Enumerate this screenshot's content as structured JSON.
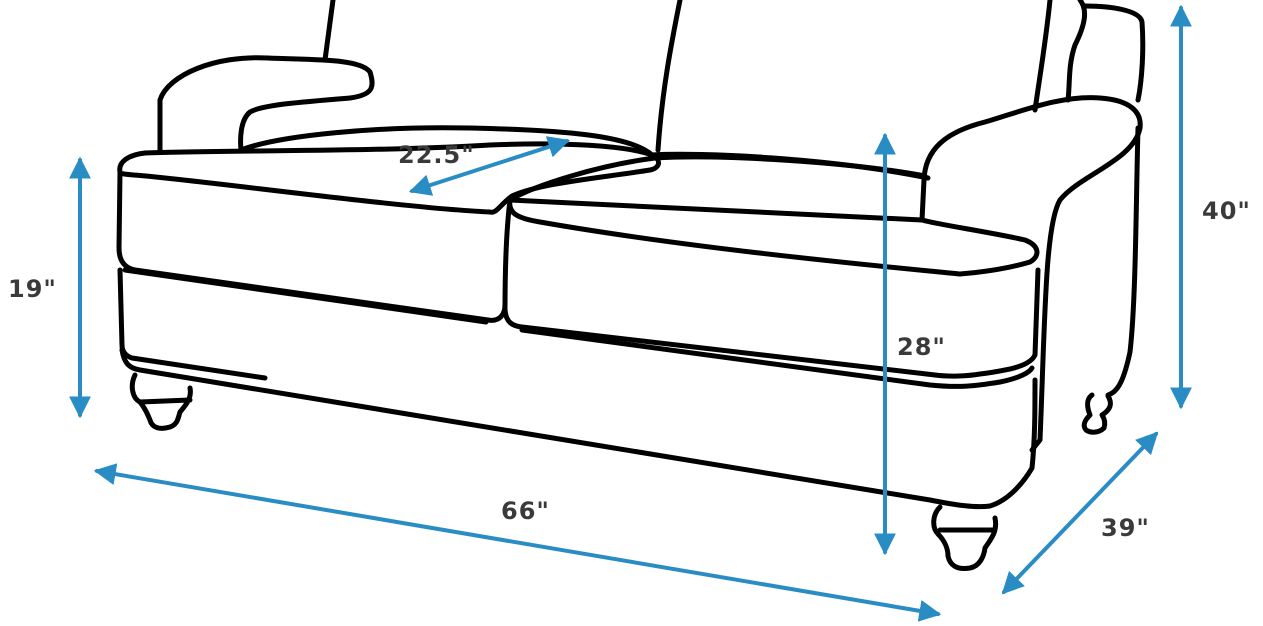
{
  "colors": {
    "outline": "#000000",
    "dimension": "#2a8cc4",
    "label": "#3a3a3a",
    "background": "#ffffff"
  },
  "dimensions": {
    "seat_height": "19\"",
    "seat_depth": "22.5\"",
    "total_height": "40\"",
    "arm_height": "28\"",
    "width": "66\"",
    "depth": "39\""
  }
}
